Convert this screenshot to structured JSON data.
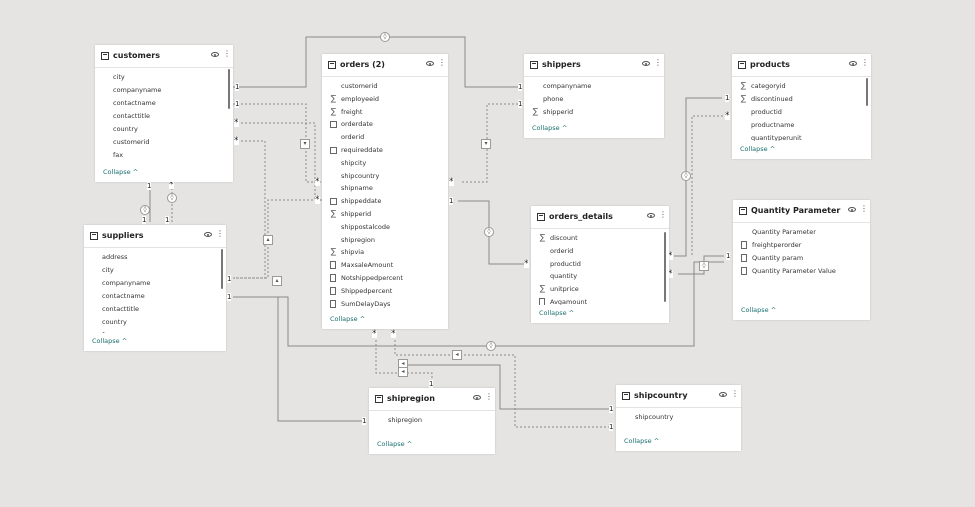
{
  "tables": {
    "customers": {
      "title": "customers",
      "fields": [
        {
          "icon": "none",
          "name": "city"
        },
        {
          "icon": "none",
          "name": "companyname"
        },
        {
          "icon": "none",
          "name": "contactname"
        },
        {
          "icon": "none",
          "name": "contacttitle"
        },
        {
          "icon": "none",
          "name": "country"
        },
        {
          "icon": "none",
          "name": "customerid"
        },
        {
          "icon": "none",
          "name": "fax"
        }
      ],
      "collapse": "Collapse ^"
    },
    "orders": {
      "title": "orders (2)",
      "fields": [
        {
          "icon": "none",
          "name": "customerid"
        },
        {
          "icon": "sigma",
          "name": "employeeid"
        },
        {
          "icon": "sigma",
          "name": "freight"
        },
        {
          "icon": "calendar",
          "name": "orderdate"
        },
        {
          "icon": "none",
          "name": "orderid"
        },
        {
          "icon": "calendar",
          "name": "requireddate"
        },
        {
          "icon": "none",
          "name": "shipcity"
        },
        {
          "icon": "none",
          "name": "shipcountry"
        },
        {
          "icon": "none",
          "name": "shipname"
        },
        {
          "icon": "calendar",
          "name": "shippeddate"
        },
        {
          "icon": "sigma",
          "name": "shipperid"
        },
        {
          "icon": "none",
          "name": "shippostalcode"
        },
        {
          "icon": "none",
          "name": "shipregion"
        },
        {
          "icon": "sigma",
          "name": "shipvia"
        },
        {
          "icon": "calc",
          "name": "MaxsaleAmount"
        },
        {
          "icon": "calc",
          "name": "Notshippedpercent"
        },
        {
          "icon": "calc",
          "name": "Shippedpercent"
        },
        {
          "icon": "calc",
          "name": "SumDelayDays"
        }
      ],
      "collapse": "Collapse ^"
    },
    "shippers": {
      "title": "shippers",
      "fields": [
        {
          "icon": "none",
          "name": "companyname"
        },
        {
          "icon": "none",
          "name": "phone"
        },
        {
          "icon": "sigma",
          "name": "shipperid"
        }
      ],
      "collapse": "Collapse ^"
    },
    "products": {
      "title": "products",
      "fields": [
        {
          "icon": "sigma",
          "name": "categoryid"
        },
        {
          "icon": "sigma",
          "name": "discontinued"
        },
        {
          "icon": "none",
          "name": "productid"
        },
        {
          "icon": "none",
          "name": "productname"
        },
        {
          "icon": "none",
          "name": "quantityperunit"
        }
      ],
      "collapse": "Collapse ^"
    },
    "suppliers": {
      "title": "suppliers",
      "fields": [
        {
          "icon": "none",
          "name": "address"
        },
        {
          "icon": "none",
          "name": "city"
        },
        {
          "icon": "none",
          "name": "companyname"
        },
        {
          "icon": "none",
          "name": "contactname"
        },
        {
          "icon": "none",
          "name": "contacttitle"
        },
        {
          "icon": "none",
          "name": "country"
        },
        {
          "icon": "none",
          "name": "fax"
        }
      ],
      "collapse": "Collapse ^"
    },
    "orders_details": {
      "title": "orders_details",
      "fields": [
        {
          "icon": "sigma",
          "name": "discount"
        },
        {
          "icon": "none",
          "name": "orderid"
        },
        {
          "icon": "none",
          "name": "productid"
        },
        {
          "icon": "none",
          "name": "quantity"
        },
        {
          "icon": "sigma",
          "name": "unitprice"
        },
        {
          "icon": "calc",
          "name": "Avgamount"
        }
      ],
      "collapse": "Collapse ^"
    },
    "quantity_parameter": {
      "title": "Quantity Parameter",
      "fields": [
        {
          "icon": "none",
          "name": "Quantity Parameter"
        },
        {
          "icon": "calc",
          "name": "freightperorder"
        },
        {
          "icon": "calc",
          "name": "Quantity param"
        },
        {
          "icon": "calc",
          "name": "Quantity Parameter Value"
        }
      ],
      "collapse": "Collapse ^"
    },
    "shipregion": {
      "title": "shipregion",
      "fields": [
        {
          "icon": "none",
          "name": "shipregion"
        }
      ],
      "collapse": "Collapse ^"
    },
    "shipcountry": {
      "title": "shipcountry",
      "fields": [
        {
          "icon": "none",
          "name": "shipcountry"
        }
      ],
      "collapse": "Collapse ^"
    }
  },
  "cardinality": {
    "one": "1",
    "many": "*"
  },
  "colors": {
    "link": "#1a6e6e",
    "line": "#8a8a8a",
    "canvas": "#e5e4e2"
  }
}
